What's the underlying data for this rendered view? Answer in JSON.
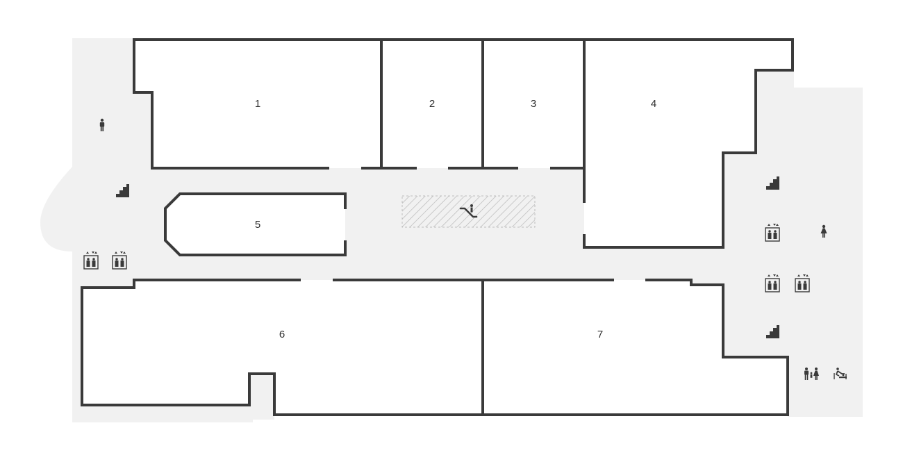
{
  "map": {
    "colors": {
      "background": "#ffffff",
      "corridor": "#f1f1f1",
      "wall": "#3a3a3a",
      "label": "#2f2f2f",
      "icon": "#3a3a3a"
    },
    "rooms": [
      {
        "id": "room-1",
        "label": "1"
      },
      {
        "id": "room-2",
        "label": "2"
      },
      {
        "id": "room-3",
        "label": "3"
      },
      {
        "id": "room-4",
        "label": "4"
      },
      {
        "id": "room-5",
        "label": "5"
      },
      {
        "id": "room-6",
        "label": "6"
      },
      {
        "id": "room-7",
        "label": "7"
      }
    ],
    "amenities": [
      {
        "icon": "mens-restroom-icon"
      },
      {
        "icon": "stairs-icon"
      },
      {
        "icon": "elevator-icon"
      },
      {
        "icon": "elevator-icon"
      },
      {
        "icon": "escalator-icon"
      },
      {
        "icon": "stairs-icon"
      },
      {
        "icon": "elevator-icon"
      },
      {
        "icon": "womens-restroom-icon"
      },
      {
        "icon": "elevator-icon"
      },
      {
        "icon": "elevator-icon"
      },
      {
        "icon": "stairs-icon"
      },
      {
        "icon": "family-restroom-icon"
      },
      {
        "icon": "baby-changing-icon"
      }
    ]
  }
}
